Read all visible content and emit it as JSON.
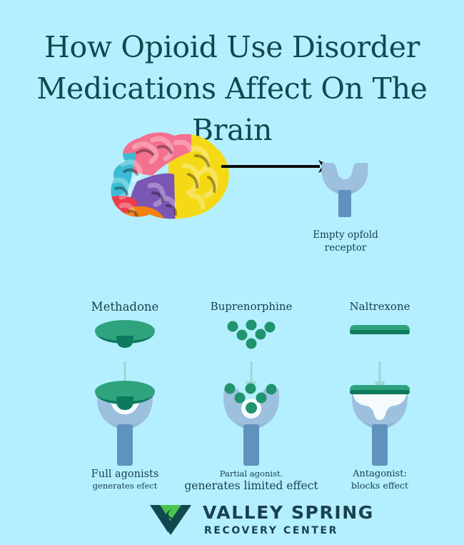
{
  "colors": {
    "background": "#b4efff",
    "title_text": "#11484f",
    "body_text": "#16424c",
    "receptor_cup": "#9cc0dd",
    "receptor_stem": "#5f92bd",
    "drug_green_light": "#2fa37e",
    "drug_green_dark": "#0c7a5c",
    "drug_dot": "#20946f",
    "arrow_black": "#0a0a0a",
    "arrow_soft": "#9fd4d6",
    "logo_dark": "#19414f",
    "logo_green": "#4cc44b",
    "cavity_white": "#f5fbfd",
    "brain_pink": "#f4708f",
    "brain_cyan": "#3bbcd4",
    "brain_yellow": "#f5d916",
    "brain_purple": "#7b56b5",
    "brain_red": "#ef3b4e",
    "brain_orange": "#f68012"
  },
  "title": {
    "lines": [
      "How Opioid Use Disorder",
      "Medications Affect On The",
      "Brain"
    ]
  },
  "brain": {
    "name": "brain-illustration",
    "lobes": [
      "pink",
      "cyan",
      "yellow",
      "purple",
      "red",
      "orange"
    ]
  },
  "flow_arrow": {
    "name": "brain-to-receptor-arrow",
    "direction": "right"
  },
  "receptor": {
    "icon": "y-receptor-icon",
    "caption_lines": [
      "Empty opfold",
      "receptor"
    ]
  },
  "medications": [
    {
      "id": "methadone",
      "title": "Methadone",
      "drug_icon": "methadone-mushroom-icon",
      "arrow_icon": "down-arrow-icon",
      "bound_icon": "receptor-bound-methadone-icon",
      "caption_primary": "Full agonists",
      "caption_secondary": "generates efect"
    },
    {
      "id": "buprenorphine",
      "title": "Buprenorphine",
      "drug_icon": "buprenorphine-molecules-icon",
      "arrow_icon": "down-arrow-icon",
      "bound_icon": "receptor-bound-buprenorphine-icon",
      "caption_primary": "Partial agonist.",
      "caption_secondary": "generates limited effect"
    },
    {
      "id": "naltrexone",
      "title": "Naltrexone",
      "drug_icon": "naltrexone-bar-icon",
      "arrow_icon": "down-arrow-icon",
      "bound_icon": "receptor-blocked-naltrexone-icon",
      "caption_primary": "Antagonist:",
      "caption_secondary": "blocks effect"
    }
  ],
  "logo": {
    "mark": "valley-spring-v-logo",
    "name": "VALLEY SPRING",
    "subtitle": "RECOVERY CENTER"
  }
}
